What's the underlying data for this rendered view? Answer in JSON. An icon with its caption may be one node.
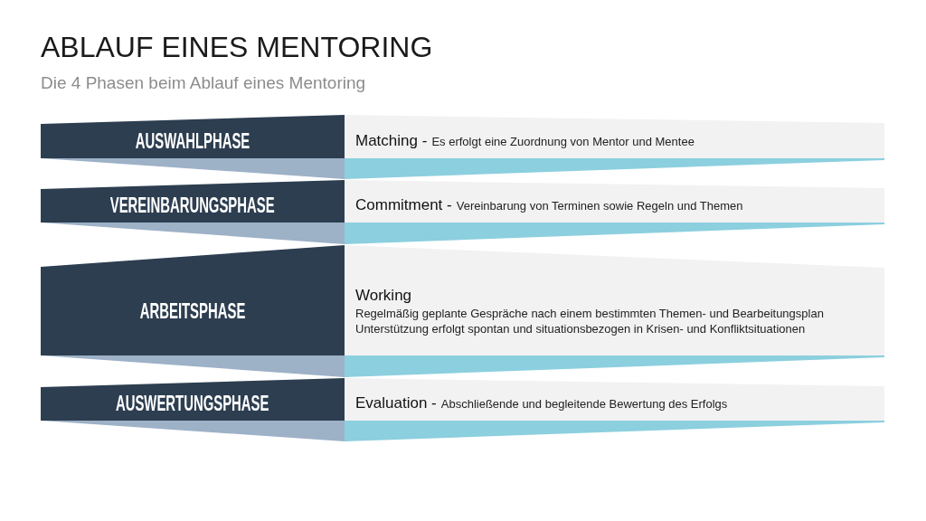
{
  "diagram": {
    "title": "ABLAUF EINES MENTORING",
    "nodes": [
      {
        "text": [
          "AUSWAHLPHASE"
        ]
      },
      {
        "text": [
          "Matching -",
          "Es erfolgt eine Zuordnung von Mentor und Mentee"
        ]
      },
      {
        "text": [
          "VEREINBARUNGSPHASE"
        ]
      },
      {
        "text": [
          "Commitment -",
          "Vereinbarung von Terminen sowie Regeln und Themen"
        ]
      },
      {
        "text": [
          "ARBEITSPHASE"
        ]
      },
      {
        "text": [
          "Working",
          "Regelmäßig geplante Gespräche nach einem bestimmten Themen- und Bearbeitungsplan",
          "Unterstützung erfolgt spontan und situationsbezogen in Krisen- und Konfliktsituationen"
        ]
      },
      {
        "text": [
          "AUSWERTUNGSPHASE"
        ]
      },
      {
        "text": [
          "Evaluation -",
          "Abschließende und begleitende Bewertung des Erfolgs"
        ]
      }
    ],
    "labels": [
      "Die 4 Phasen beim Ablauf eines Mentoring"
    ]
  }
}
